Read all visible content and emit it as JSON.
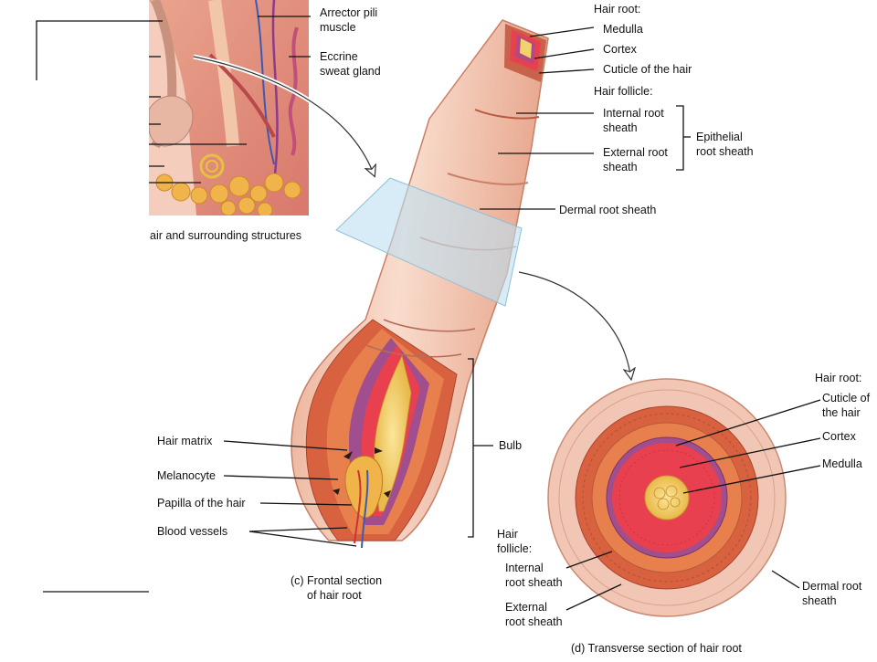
{
  "figure_a": {
    "labels": [
      "Arrector pili",
      "muscle",
      "Eccrine",
      "sweat gland"
    ],
    "caption": "air and surrounding structures"
  },
  "figure_c": {
    "hair_root": {
      "title": "Hair root:",
      "medulla": "Medulla",
      "cortex": "Cortex",
      "cuticle": "Cuticle of the hair"
    },
    "hair_follicle": {
      "title": "Hair follicle:",
      "internal": [
        "Internal root",
        "sheath"
      ],
      "external": [
        "External root",
        "sheath"
      ]
    },
    "epithelial": [
      "Epithelial",
      "root sheath"
    ],
    "dermal_root_sheath": "Dermal root sheath",
    "bulb": "Bulb",
    "hair_matrix": "Hair matrix",
    "melanocyte": "Melanocyte",
    "papilla": "Papilla of the hair",
    "blood_vessels": "Blood vessels",
    "caption": [
      "(c) Frontal section",
      "of hair root"
    ]
  },
  "figure_d": {
    "hair_root_title": "Hair root:",
    "cuticle": [
      "Cuticle of",
      "the hair"
    ],
    "cortex": "Cortex",
    "medulla": "Medulla",
    "hair_follicle": [
      "Hair",
      "follicle:"
    ],
    "internal": [
      "Internal",
      "root sheath"
    ],
    "external": [
      "External",
      "root sheath"
    ],
    "dermal": [
      "Dermal root",
      "sheath"
    ],
    "caption": "(d) Transverse section of hair root"
  },
  "colors": {
    "dermal": "#f2c6b4",
    "epithelial": "#d8623f",
    "cortex": "#e8404f",
    "medulla": "#f2d36a",
    "cuticle": "#a04e8e"
  }
}
